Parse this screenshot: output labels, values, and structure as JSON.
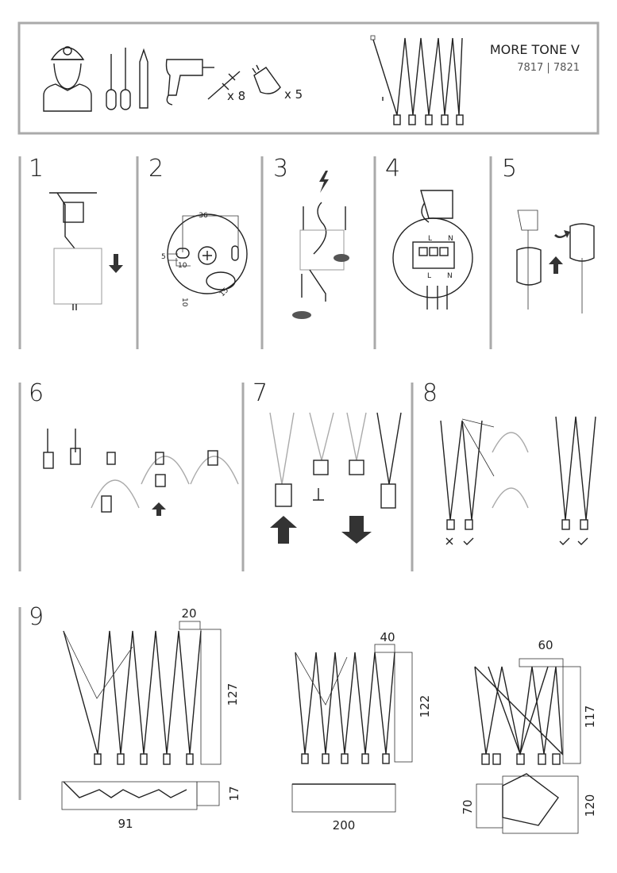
{
  "header": {
    "product_name": "MORE TONE V",
    "product_codes": "7817 | 7821",
    "anchor_count": "x 8",
    "bulb_count": "x 5",
    "tools": [
      "installer-icon",
      "screwdrivers-icon",
      "pencil-icon",
      "drill-icon",
      "wall-plug-icon",
      "bulb-icon"
    ]
  },
  "steps": [
    {
      "number": "1"
    },
    {
      "number": "2",
      "dims": [
        "36",
        "5",
        "10",
        "10",
        "15"
      ]
    },
    {
      "number": "3"
    },
    {
      "number": "4",
      "terminal_labels": [
        "L",
        "N",
        "L",
        "N"
      ]
    },
    {
      "number": "5"
    },
    {
      "number": "6"
    },
    {
      "number": "7"
    },
    {
      "number": "8"
    },
    {
      "number": "9",
      "configs": [
        {
          "spacing": "20",
          "height": "127",
          "depth": "17",
          "width": "91"
        },
        {
          "spacing": "40",
          "height": "122",
          "width": "200"
        },
        {
          "spacing": "60",
          "height": "117",
          "depth": "70",
          "width": "120"
        }
      ]
    }
  ]
}
